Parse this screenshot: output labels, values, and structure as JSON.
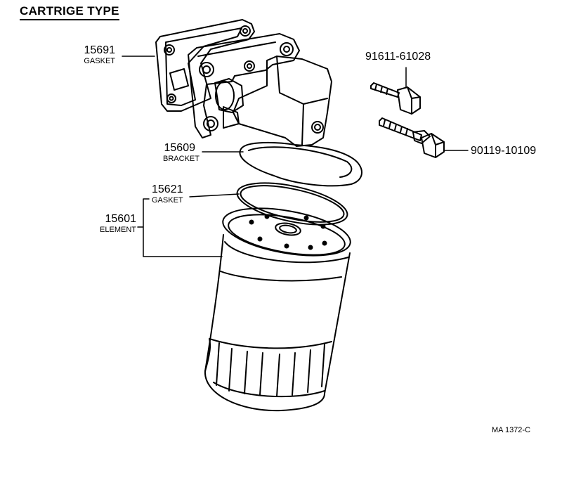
{
  "title": "CARTRIGE TYPE",
  "parts": [
    {
      "number": "15691",
      "name": "GASKET"
    },
    {
      "number": "15609",
      "name": "BRACKET"
    },
    {
      "number": "15621",
      "name": "GASKET"
    },
    {
      "number": "15601",
      "name": "ELEMENT"
    },
    {
      "number": "91611-61028",
      "name": ""
    },
    {
      "number": "90119-10109",
      "name": ""
    }
  ],
  "reference": "MA 1372-C"
}
